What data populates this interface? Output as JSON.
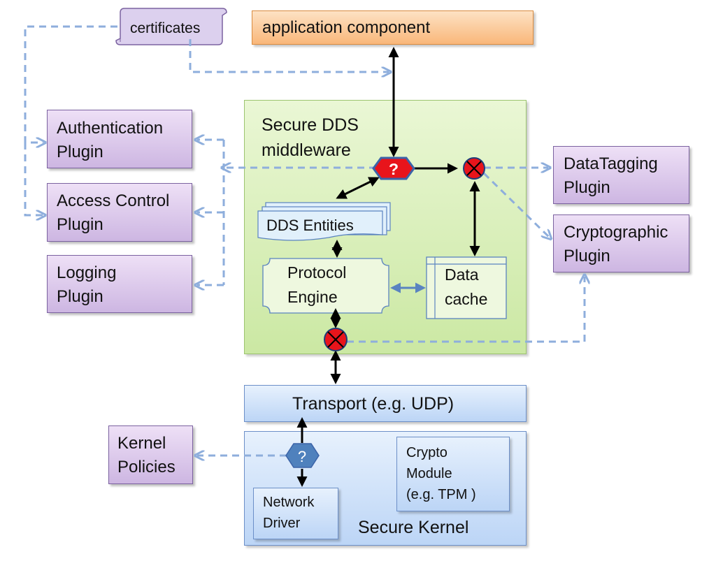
{
  "application": "application component",
  "certificates": "certificates",
  "middleware": {
    "line1": "Secure DDS",
    "line2": "middleware"
  },
  "entities": "DDS Entities",
  "protocol": {
    "line1": "Protocol",
    "line2": "Engine"
  },
  "datacache": {
    "line1": "Data",
    "line2": "cache"
  },
  "plugins": {
    "authentication": {
      "line1": "Authentication",
      "line2": "Plugin"
    },
    "access_control": {
      "line1": "Access Control",
      "line2": "Plugin"
    },
    "logging": {
      "line1": "Logging",
      "line2": "Plugin"
    },
    "datatagging": {
      "line1": "DataTagging",
      "line2": "Plugin"
    },
    "cryptographic": {
      "line1": "Cryptographic",
      "line2": "Plugin"
    }
  },
  "transport": "Transport (e.g. UDP)",
  "kernel_policies": {
    "line1": "Kernel",
    "line2": "Policies"
  },
  "network_driver": {
    "line1": "Network",
    "line2": "Driver"
  },
  "crypto_module": {
    "line1": "Crypto",
    "line2": "Module",
    "line3": "(e.g. TPM )"
  },
  "secure_kernel": "Secure Kernel",
  "decision_symbol": "?",
  "colors": {
    "orange": "#f9b77a",
    "green": "#cbe8a3",
    "purple": "#cdb6e2",
    "blue": "#bcd5f6",
    "dashed_arrow": "#8eaedc",
    "red_node": "#e8141b",
    "hex_node": "#4f81bd"
  }
}
